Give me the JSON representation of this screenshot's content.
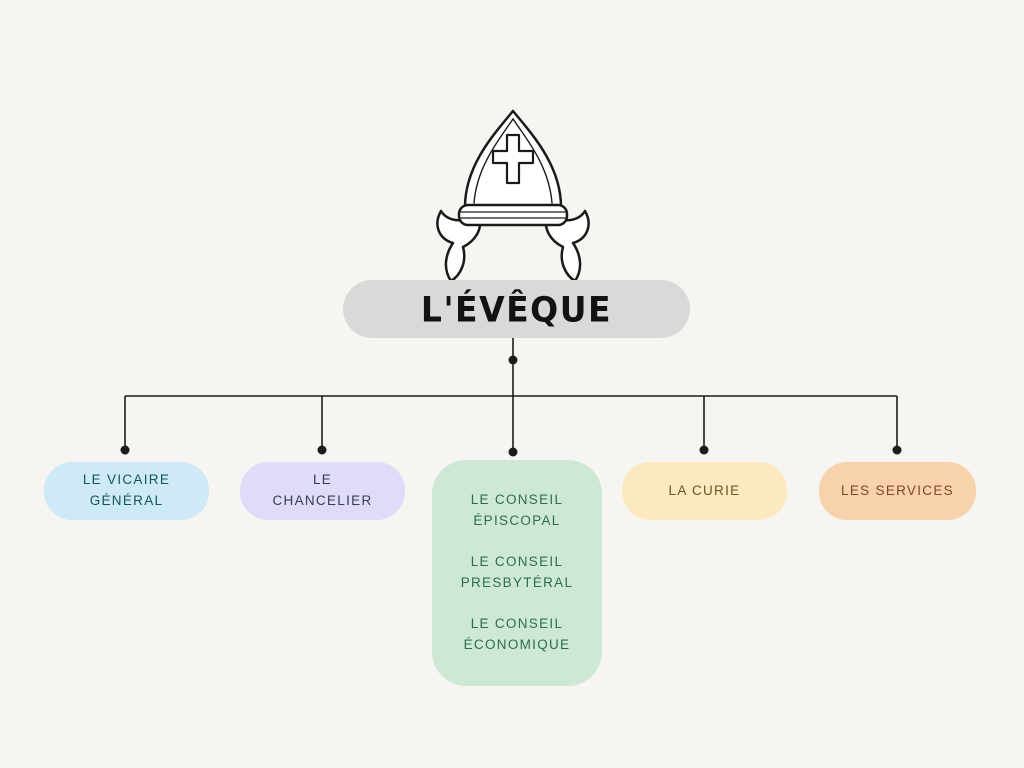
{
  "colors": {
    "background": "#f7f5f2",
    "line": "#1c1c1c",
    "pill_bg": "#d9d9d9",
    "pill_text": "#121212"
  },
  "root": {
    "label": "L'ÉVÊQUE",
    "icon": "bishop-mitre"
  },
  "nodes": [
    {
      "name": "vicaire-general",
      "lines": [
        "LE VICAIRE",
        "GÉNÉRAL"
      ],
      "bg": "#cdeaf6",
      "text": "#14555e"
    },
    {
      "name": "chancelier",
      "lines": [
        "LE",
        "CHANCELIER"
      ],
      "bg": "#dedcf9",
      "text": "#3a3a55"
    },
    {
      "name": "conseils",
      "groups": [
        [
          "LE CONSEIL",
          "ÉPISCOPAL"
        ],
        [
          "LE CONSEIL",
          "PRESBYTÉRAL"
        ],
        [
          "LE CONSEIL",
          "ÉCONOMIQUE"
        ]
      ],
      "bg": "#cde9d6",
      "text": "#2f6b52"
    },
    {
      "name": "la-curie",
      "lines": [
        "LA CURIE"
      ],
      "bg": "#fce9c0",
      "text": "#6b5420"
    },
    {
      "name": "les-services",
      "lines": [
        "LES SERVICES"
      ],
      "bg": "#f7d2ad",
      "text": "#7c4a21"
    }
  ]
}
